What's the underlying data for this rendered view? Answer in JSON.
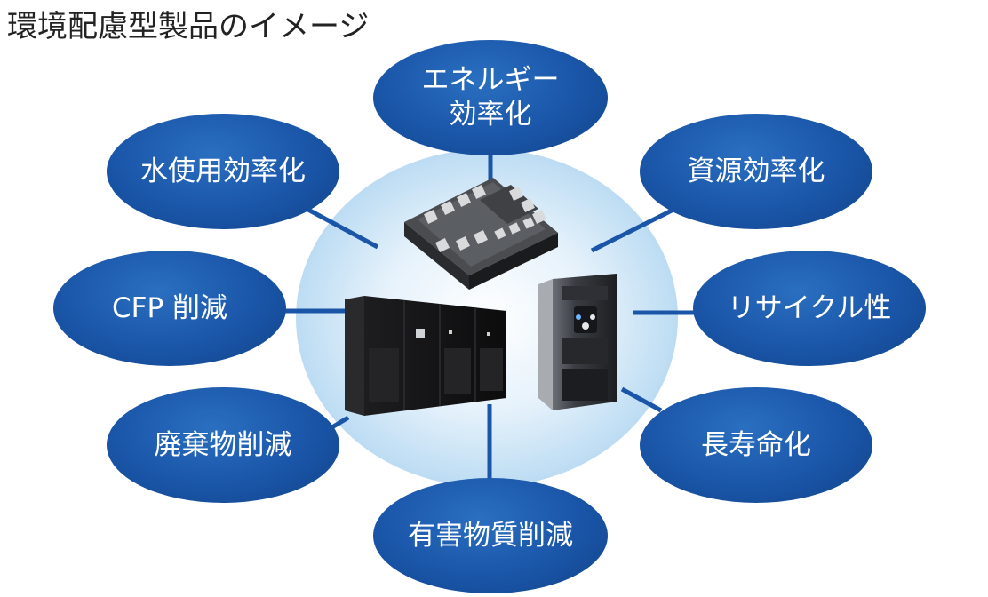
{
  "title": "環境配慮型製品のイメージ",
  "bubbles": [
    {
      "id": "energy-efficiency",
      "line1": "エネルギー",
      "line2": "効率化"
    },
    {
      "id": "water-efficiency",
      "line1": "水使用効率化"
    },
    {
      "id": "resource-efficiency",
      "line1": "資源効率化"
    },
    {
      "id": "cfp-reduction",
      "line1": "CFP 削減"
    },
    {
      "id": "recyclability",
      "line1": "リサイクル性"
    },
    {
      "id": "waste-reduction",
      "line1": "廃棄物削減"
    },
    {
      "id": "longevity",
      "line1": "長寿命化"
    },
    {
      "id": "hazardous-substance-reduction",
      "line1": "有害物質削減"
    }
  ],
  "colors": {
    "bubble": "#1a55a8",
    "glow": "#bcdcf3",
    "connector": "#1a55a8"
  },
  "products": [
    {
      "name": "power-semiconductor-module",
      "icon": "igbt-module-icon"
    },
    {
      "name": "ups-cabinet",
      "icon": "ups-cabinet-icon"
    },
    {
      "name": "inverter",
      "icon": "inverter-icon"
    }
  ]
}
